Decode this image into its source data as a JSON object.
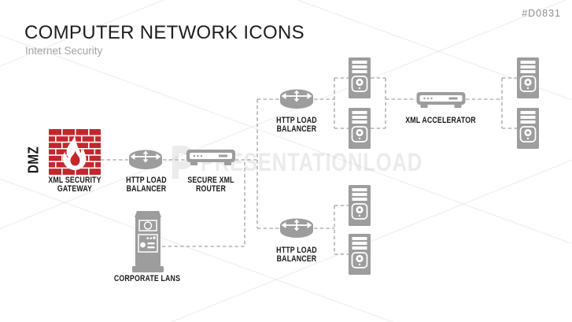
{
  "slide": {
    "tag": "#D0831",
    "title": "COMPUTER NETWORK ICONS",
    "subtitle": "Internet Security"
  },
  "watermark": {
    "text": "PRESENTATIONLOAD"
  },
  "colors": {
    "brick_red": "#C1272D",
    "icon_gray": "#9D9D9D",
    "dash_gray": "#B3B3B3",
    "label_color": "#1A1A1A"
  },
  "diagram": {
    "zone": "DMZ",
    "nodes": {
      "gateway": {
        "line1": "XML SECURITY",
        "line2": "GATEWAY"
      },
      "lb1": {
        "line1": "HTTP LOAD",
        "line2": "BALANCER"
      },
      "router": {
        "line1": "SECURE XML",
        "line2": "ROUTER"
      },
      "corporate": {
        "line1": "CORPORATE LANS"
      },
      "lb2": {
        "line1": "HTTP LOAD",
        "line2": "BALANCER"
      },
      "accelerator": {
        "line1": "XML ACCELERATOR"
      },
      "lb3": {
        "line1": "HTTP LOAD",
        "line2": "BALANCER"
      }
    }
  }
}
